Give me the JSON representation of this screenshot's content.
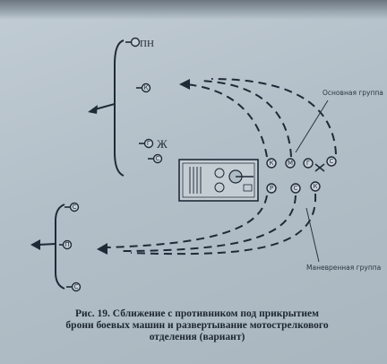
{
  "labels": {
    "main_group": "Основная группа",
    "maneuver_group": "Маневренная группа"
  },
  "symbols": {
    "top_pn": "ПН",
    "top_k": "К",
    "top_g": "Г",
    "top_zh": "Ж",
    "top_s": "С",
    "right_k": "К",
    "right_m": "М",
    "right_g": "Г",
    "right_s": "С",
    "bottom_r": "Р",
    "bottom_s": "С",
    "bottom_k": "К",
    "left_s1": "С",
    "left_p": "П",
    "left_s2": "С"
  },
  "caption": {
    "line1": "Рис. 19. Сближение с противником под прикрытием",
    "line2": "брони боевых машин и развертывание мотострелкового",
    "line3": "отделения (вариант)"
  },
  "colors": {
    "ink": "#1f2a36",
    "paper": "#b4c0c9"
  }
}
